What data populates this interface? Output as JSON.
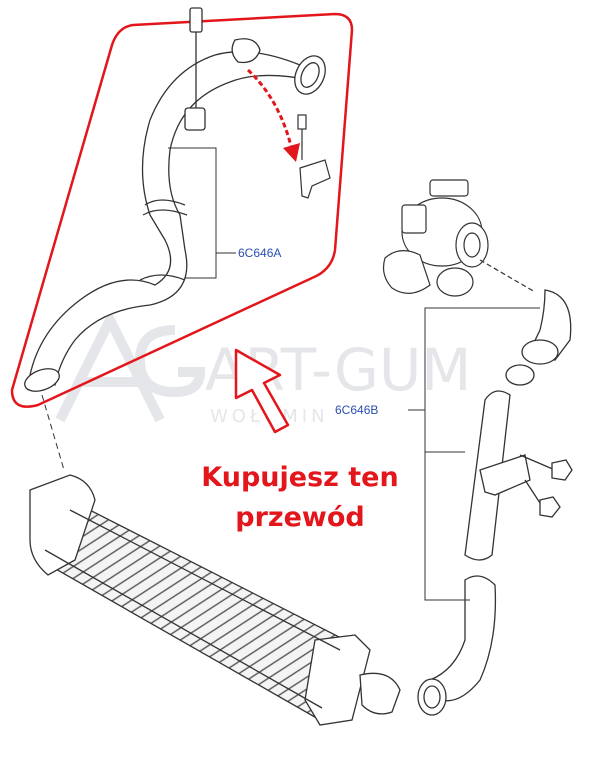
{
  "parts": {
    "upper_hose": {
      "code": "6C646A"
    },
    "lower_hose": {
      "code": "6C646B"
    }
  },
  "caption": {
    "line1": "Kupujesz ten",
    "line2": "przewód"
  },
  "watermark": {
    "brand": "ART-GUM",
    "sub": "WOŁOMIN"
  },
  "colors": {
    "highlight": "#e3161b",
    "part_label": "#2c4fb0",
    "line": "#333333"
  }
}
